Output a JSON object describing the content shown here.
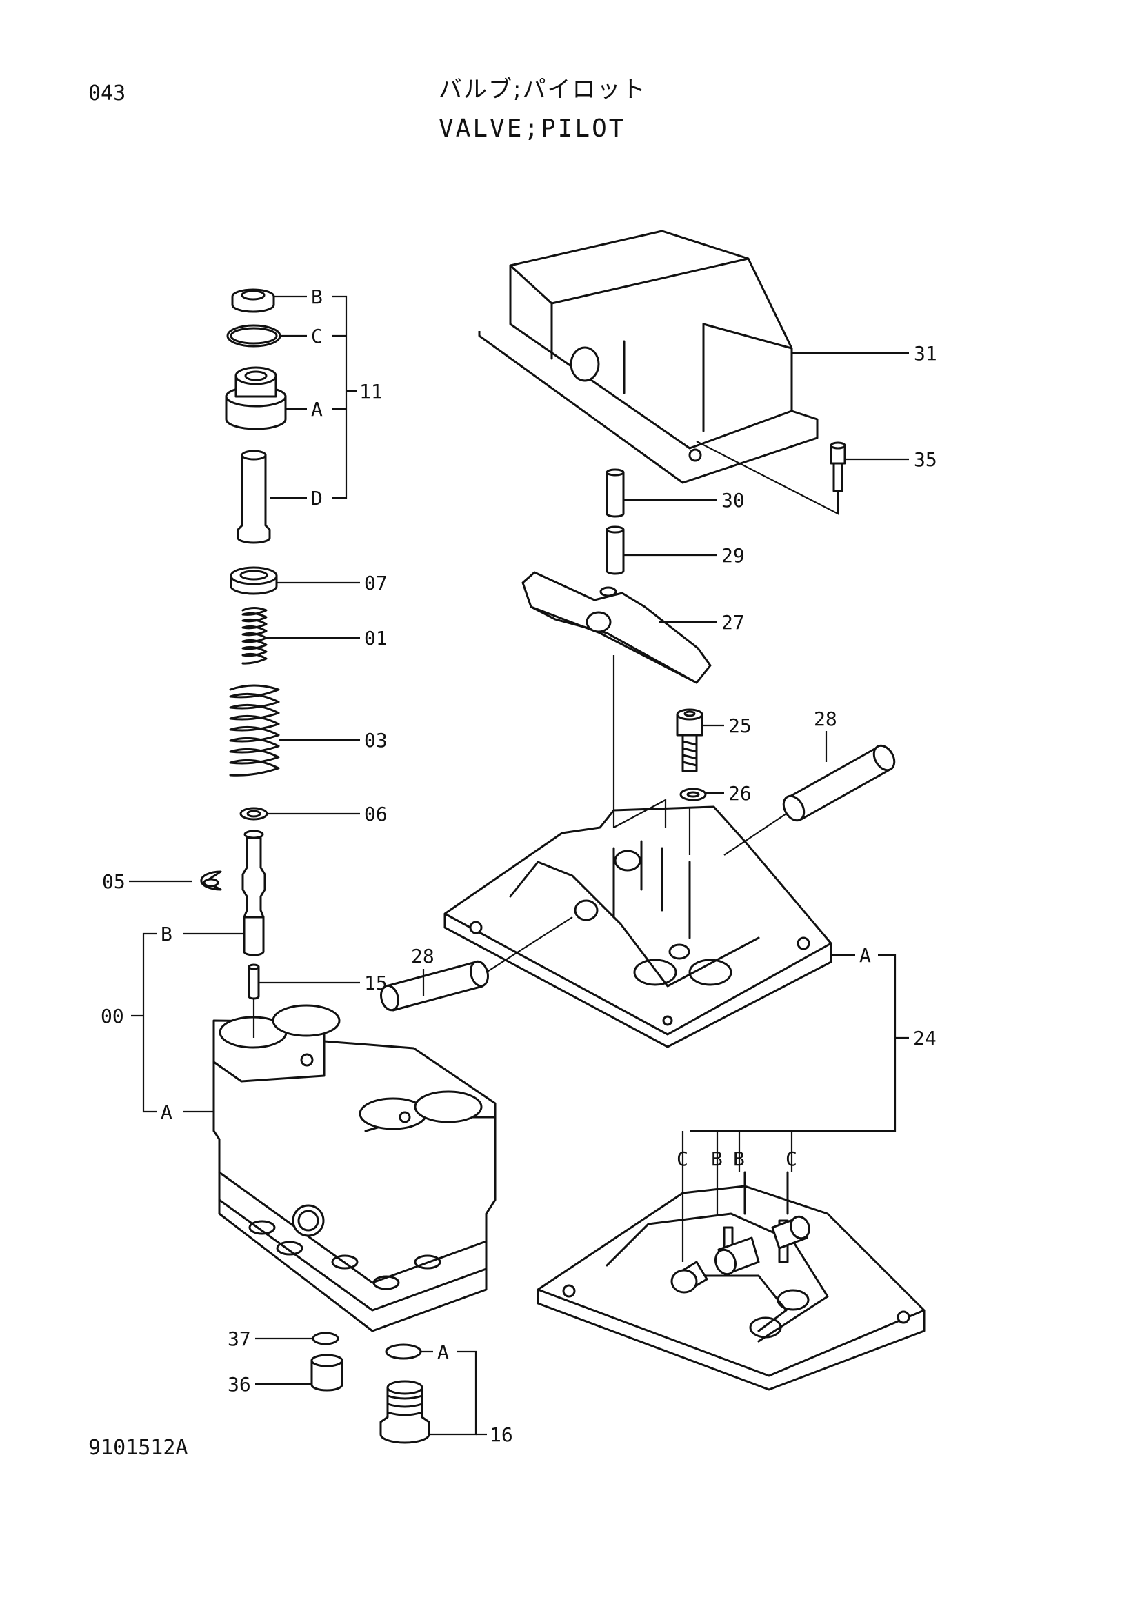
{
  "header": {
    "page_number": "043",
    "title_jp": "バルブ;パイロット",
    "title_en": "VALVE;PILOT"
  },
  "footer": {
    "drawing_number": "9101512A"
  },
  "callouts": {
    "c11B": "B",
    "c11C": "C",
    "c11A": "A",
    "c11D": "D",
    "c11": "11",
    "c07": "07",
    "c01": "01",
    "c03": "03",
    "c06": "06",
    "c05": "05",
    "c00B": "B",
    "c00A": "A",
    "c00": "00",
    "c15": "15",
    "c31": "31",
    "c35": "35",
    "c30": "30",
    "c29": "29",
    "c27": "27",
    "c25": "25",
    "c26": "26",
    "c28a": "28",
    "c28b": "28",
    "c24A": "A",
    "c24": "24",
    "c24C1": "C",
    "c24B1": "B",
    "c24B2": "B",
    "c24C2": "C",
    "c37": "37",
    "c36": "36",
    "c16A": "A",
    "c16": "16"
  }
}
